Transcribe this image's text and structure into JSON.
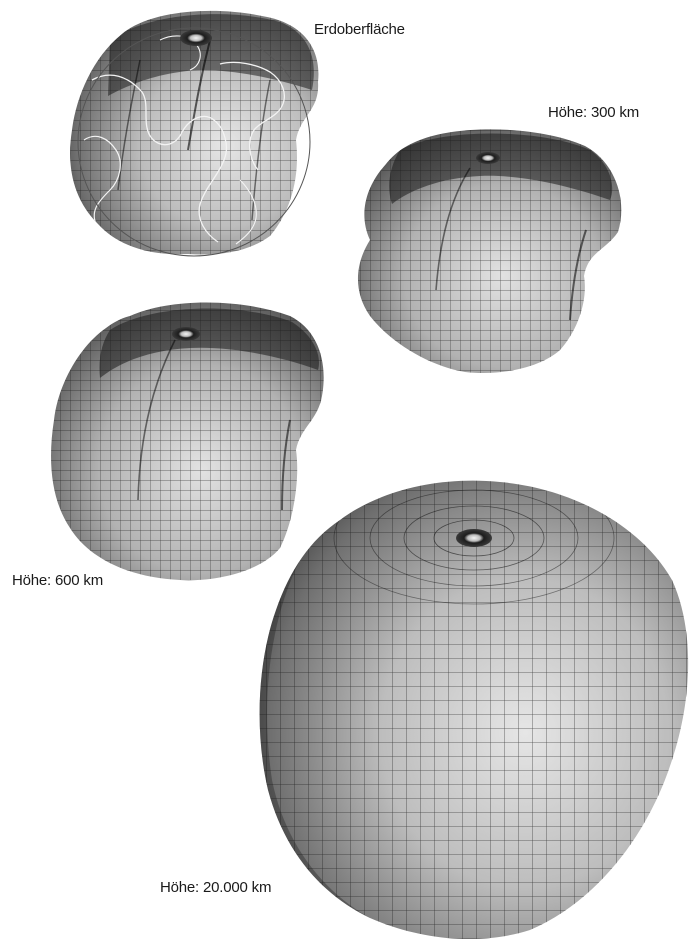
{
  "labels": {
    "surface": "Erdoberfläche",
    "h300": "Höhe: 300 km",
    "h600": "Höhe: 600 km",
    "h20000": "Höhe: 20.000 km"
  },
  "colors": {
    "background": "#ffffff",
    "surface_dark": "#2b2b2b",
    "surface_light": "#d6d6d6",
    "grid_line": "#111111",
    "coastline": "#f2f2f2"
  },
  "shapes": [
    {
      "name": "geoid-surface",
      "label_key": "surface"
    },
    {
      "name": "geoid-300km",
      "label_key": "h300"
    },
    {
      "name": "geoid-600km",
      "label_key": "h600"
    },
    {
      "name": "geoid-20000km",
      "label_key": "h20000"
    }
  ]
}
